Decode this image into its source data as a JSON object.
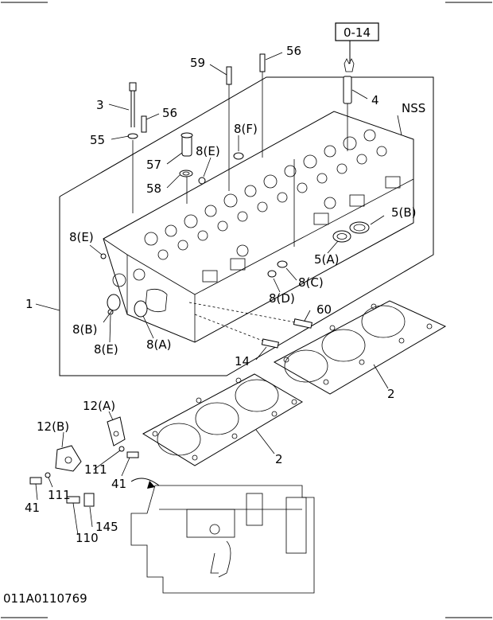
{
  "reference_box": "0-14",
  "drawing_code": "011A0110769",
  "callouts": {
    "c1": "1",
    "c2a": "2",
    "c2b": "2",
    "c3": "3",
    "c4": "4",
    "c5a": "5(A)",
    "c5b": "5(B)",
    "c8b": "8(B)",
    "c8c": "8(C)",
    "c8d": "8(D)",
    "c8e1": "8(E)",
    "c8e2": "8(E)",
    "c8e3": "8(E)",
    "c8f": "8(F)",
    "c8a": "8(A)",
    "c12a": "12(A)",
    "c12b": "12(B)",
    "c14": "14",
    "c41a": "41",
    "c41b": "41",
    "c55": "55",
    "c56a": "56",
    "c56b": "56",
    "c57": "57",
    "c58": "58",
    "c59": "59",
    "c60": "60",
    "c110": "110",
    "c111a": "111",
    "c111b": "111",
    "c145": "145",
    "nss": "NSS"
  }
}
